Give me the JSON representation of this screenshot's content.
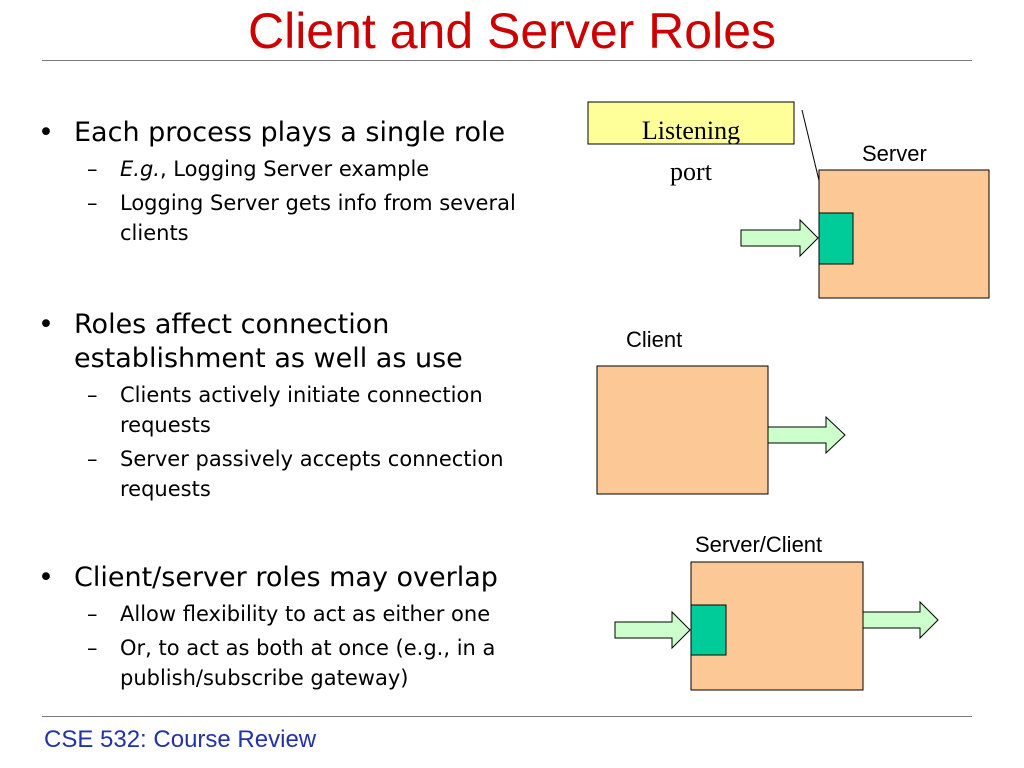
{
  "slide": {
    "title": "Client and Server Roles",
    "footer": "CSE 532: Course Review"
  },
  "bullets": [
    {
      "text": "Each process plays a single role",
      "subs": [
        {
          "lead": "E.g.",
          "text": ", Logging Server example"
        },
        {
          "text": "Logging Server gets info from several clients"
        }
      ]
    },
    {
      "text": "Roles affect connection establishment as well as use",
      "subs": [
        {
          "text": "Clients actively initiate connection requests"
        },
        {
          "text": "Server passively accepts connection requests"
        }
      ]
    },
    {
      "text": "Client/server roles may overlap",
      "subs": [
        {
          "text": "Allow flexibility to act as either one"
        },
        {
          "text": "Or, to act as both at once (e.g., in a publish/subscribe gateway)"
        }
      ]
    }
  ],
  "diagram": {
    "listening_port_line1": "Listening",
    "listening_port_line2": "port",
    "server_label": "Server",
    "client_label": "Client",
    "server_client_label": "Server/Client",
    "colors": {
      "box_fill": "#fcc896",
      "port_fill": "#00cc99",
      "arrow_fill": "#ccffcc",
      "callout_fill": "#ffff99",
      "title_red": "#cc0000",
      "footer_blue": "#2233aa"
    }
  }
}
